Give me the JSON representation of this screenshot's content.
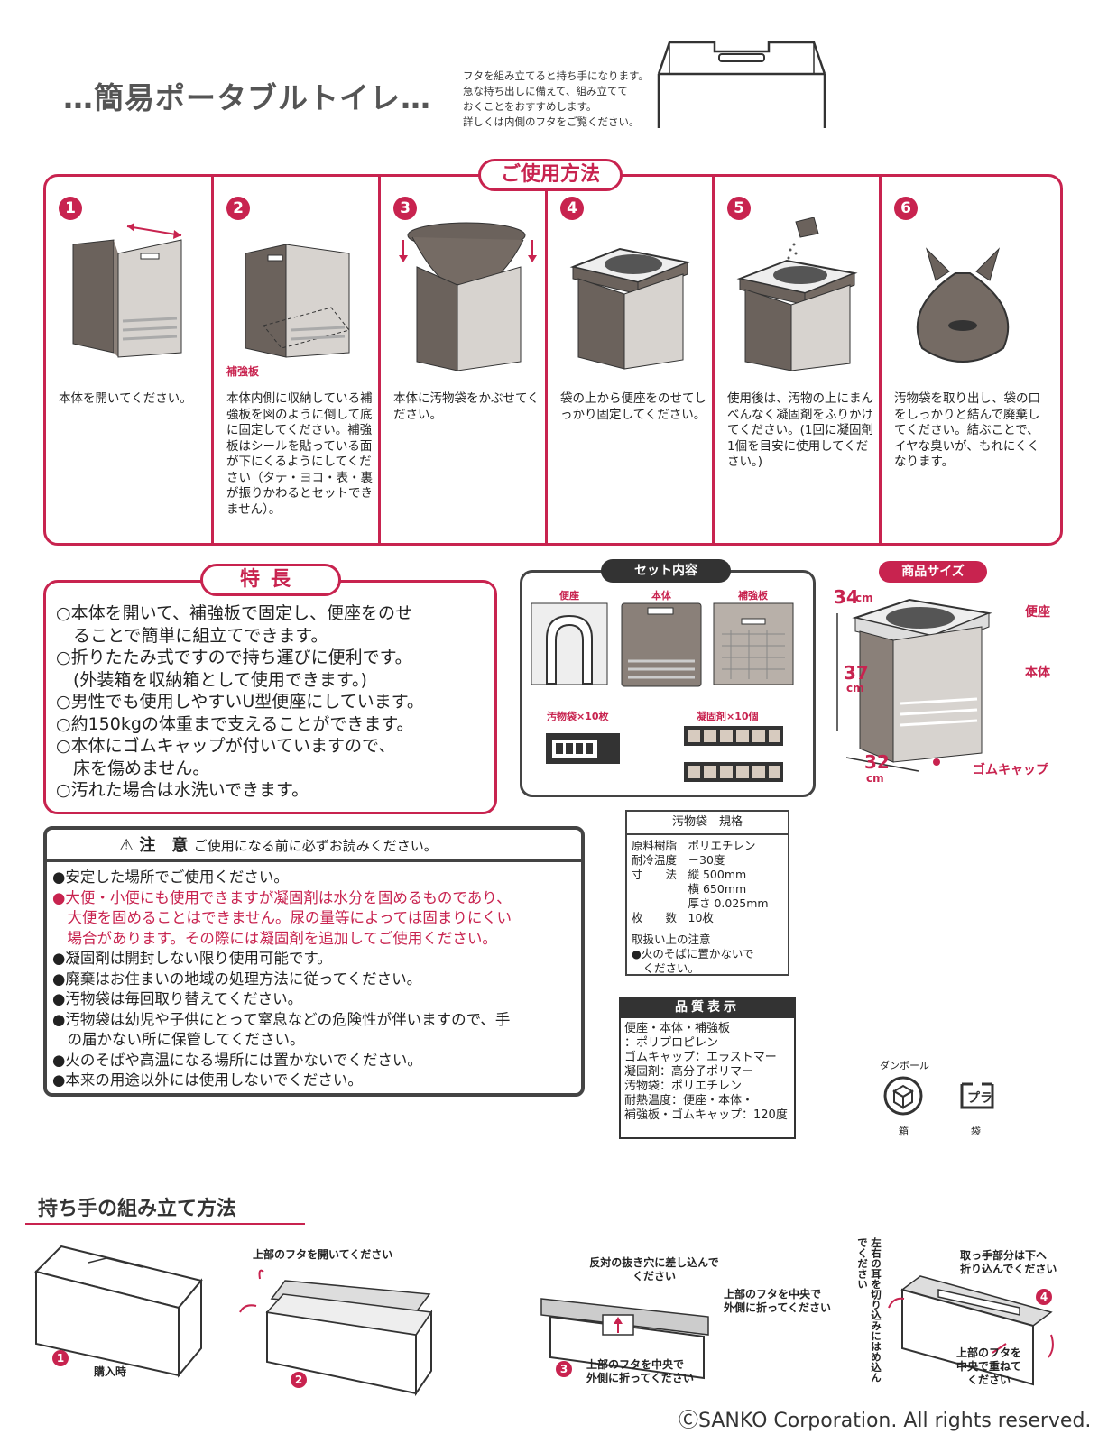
{
  "header": {
    "title": "…簡易ポータブルトイレ…",
    "handle_note": [
      "フタを組み立てると持ち手になります。",
      "急な持ち出しに備えて、組み立てて",
      "おくことをおすすめします。",
      "詳しくは内側のフタをご覧ください。"
    ]
  },
  "usage": {
    "title": "ご使用方法",
    "steps": [
      {
        "num": "1",
        "text": "本体を開いてください。"
      },
      {
        "num": "2",
        "label": "補強板",
        "text": "本体内側に収納している補強板を図のように倒して底に固定してください。補強板はシールを貼っている面が下にくるようにしてください（タテ・ヨコ・表・裏が振りかわるとセットできません）。"
      },
      {
        "num": "3",
        "text": "本体に汚物袋をかぶせてください。"
      },
      {
        "num": "4",
        "text": "袋の上から便座をのせてしっかり固定してください。"
      },
      {
        "num": "5",
        "text": "使用後は、汚物の上にまんべんなく凝固剤をふりかけてください。(1回に凝固剤1個を目安に使用してください。)"
      },
      {
        "num": "6",
        "text": "汚物袋を取り出し、袋の口をしっかりと結んで廃棄してください。結ぶことで、イヤな臭いが、もれにくくなります。"
      }
    ]
  },
  "features": {
    "title": "特長",
    "items": [
      "○本体を開いて、補強板で固定し、便座をのせ",
      "　ることで簡単に組立てできます。",
      "○折りたたみ式ですので持ち運びに便利です。",
      "　(外装箱を収納箱として使用できます。)",
      "○男性でも使用しやすいU型便座にしています。",
      "○約150kgの体重まで支えることができます。",
      "○本体にゴムキャップが付いていますので、",
      "　床を傷めません。",
      "○汚れた場合は水洗いできます。"
    ]
  },
  "set_contents": {
    "title": "セット内容",
    "seat": "便座",
    "body": "本体",
    "reinforcement": "補強板",
    "bags": "汚物袋×10枚",
    "coagulant": "凝固剤×10個"
  },
  "product_size": {
    "title": "商品サイズ",
    "width": "34",
    "height": "37",
    "depth": "32",
    "unit": "cm",
    "label_seat": "便座",
    "label_body": "本体",
    "label_cap": "ゴムキャップ"
  },
  "caution": {
    "title": "注　意",
    "subtitle": "ご使用になる前に必ずお読みください。",
    "items": [
      {
        "text": "●安定した場所でご使用ください。",
        "red": false
      },
      {
        "text": "●大便・小便にも使用できますが凝固剤は水分を固めるものであり、",
        "red": true
      },
      {
        "text": "　大便を固めることはできません。尿の量等によっては固まりにくい",
        "red": true
      },
      {
        "text": "　場合があります。その際には凝固剤を追加してご使用ください。",
        "red": true
      },
      {
        "text": "●凝固剤は開封しない限り使用可能です。",
        "red": false
      },
      {
        "text": "●廃棄はお住まいの地域の処理方法に従ってください。",
        "red": false
      },
      {
        "text": "●汚物袋は毎回取り替えてください。",
        "red": false
      },
      {
        "text": "●汚物袋は幼児や子供にとって窒息などの危険性が伴いますので、手",
        "red": false
      },
      {
        "text": "　の届かない所に保管してください。",
        "red": false
      },
      {
        "text": "●火のそばや高温になる場所には置かないでください。",
        "red": false
      },
      {
        "text": "●本来の用途以外には使用しないでください。",
        "red": false
      }
    ]
  },
  "bag_spec": {
    "title": "汚物袋　規格",
    "lines": [
      "原料樹脂　ポリエチレン",
      "耐冷温度　－30度",
      "寸　　法　縦 500mm",
      "　　　　　横 650mm",
      "　　　　　厚さ 0.025mm",
      "枚　　数　10枚",
      "",
      "取扱い上の注意",
      "●火のそばに置かないで",
      "　ください。"
    ]
  },
  "quality": {
    "title": "品質表示",
    "lines": [
      "便座・本体・補強板",
      "：ポリプロピレン",
      "ゴムキャップ：エラストマー",
      "凝固剤：高分子ポリマー",
      "汚物袋：ポリエチレン",
      "耐熱温度：便座・本体・",
      "補強板・ゴムキャップ：120度"
    ]
  },
  "recycle": {
    "cardboard_label": "ダンボール",
    "box": "箱",
    "plastic": "プラ",
    "bag": "袋"
  },
  "assembly": {
    "title": "持ち手の組み立て方法",
    "step1": "購入時",
    "note_open": "上部のフタを開いてください",
    "note_insert": [
      "反対の抜き穴に差し込んで",
      "ください"
    ],
    "note_fold_out": [
      "上部のフタを中央で",
      "外側に折ってください"
    ],
    "note_fold_out2": [
      "上部のフタを中央で",
      "外側に折ってください"
    ],
    "note_ears": "左右の耳を切り込みにはめ込んでください",
    "note_handle": [
      "取っ手部分は下へ",
      "折り込んでください"
    ],
    "note_overlap": [
      "上部のフタを",
      "中央で重ねて",
      "ください"
    ],
    "nums": [
      "1",
      "2",
      "3",
      "4"
    ]
  },
  "copyright": "ⒸSANKO Corporation. All rights reserved."
}
